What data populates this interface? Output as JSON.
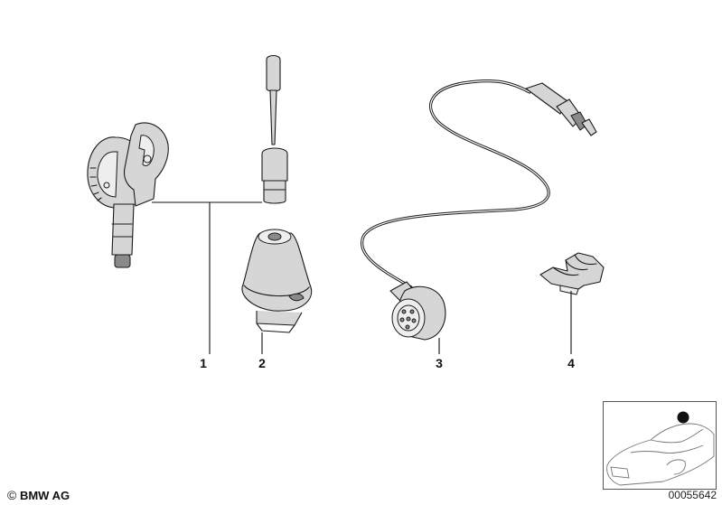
{
  "callouts": {
    "c1": "1",
    "c2": "2",
    "c3": "3",
    "c4": "4"
  },
  "footer": {
    "copyright_symbol": "©",
    "copyright_text": "BMW AG",
    "document_number": "00055642"
  },
  "icons": {
    "key_tool": "antenna-wrench-icon",
    "antenna_rod": "antenna-rod-icon",
    "antenna_base": "antenna-base-icon",
    "cable": "antenna-cable-icon",
    "clip": "mounting-clip-icon",
    "car": "car-location-icon"
  }
}
